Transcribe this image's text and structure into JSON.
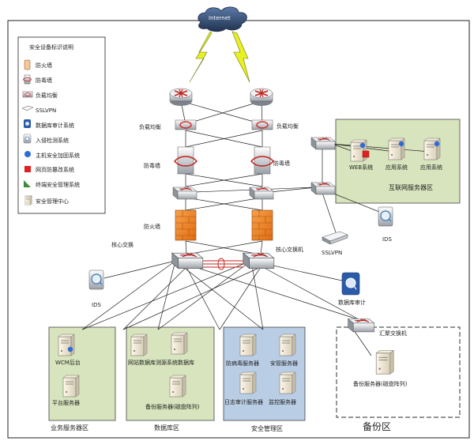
{
  "cloud": {
    "label": "Internet"
  },
  "legend": {
    "title": "安全设备标识说明",
    "items": [
      {
        "icon": "firewall-icon",
        "label": "防火墙"
      },
      {
        "icon": "antivirus-wall-icon",
        "label": "防毒墙"
      },
      {
        "icon": "load-balancer-icon",
        "label": "负载均衡"
      },
      {
        "icon": "sslvpn-icon",
        "label": "SSLVPN"
      },
      {
        "icon": "db-audit-icon",
        "label": "数据库审计系统"
      },
      {
        "icon": "ids-icon",
        "label": "入侵检测系统"
      },
      {
        "icon": "host-hardening-icon",
        "label": "主机安全加固系统"
      },
      {
        "icon": "web-tamper-icon",
        "label": "网页防篡改系统"
      },
      {
        "icon": "terminal-mgmt-icon",
        "label": "终端安全管理系统"
      },
      {
        "icon": "security-center-icon",
        "label": "安全管理中心"
      }
    ]
  },
  "labels": {
    "lb_left": "负载均衡",
    "lb_right": "负载均衡",
    "av_left": "防毒墙",
    "av_right": "防毒墙",
    "fw_left": "防火墙",
    "core_left": "核心交换",
    "core_right": "核心交换机",
    "sslvpn": "SSLVPN",
    "ids_right": "IDS",
    "ids_left": "IDS",
    "db_audit": "数据库审计",
    "agg_switch": "汇聚交换机"
  },
  "zones": {
    "internet_servers": {
      "title": "互联网服务器区",
      "servers": [
        "WEB系统",
        "应用系统",
        "应用系统"
      ]
    },
    "business": {
      "title": "业务服务器区",
      "servers": [
        "WCM后台",
        "平台服务器"
      ]
    },
    "database": {
      "title": "数据库区",
      "servers": [
        "网站数据库",
        "测源系统数据库",
        "备份服务器(磁盘阵列)"
      ]
    },
    "security": {
      "title": "安全管理区",
      "servers": [
        "防病毒服务器",
        "安管服务器",
        "日志审计服务器",
        "监控服务器"
      ]
    },
    "backup": {
      "title": "备份区",
      "servers": [
        "备份服务器(磁盘阵列)"
      ]
    }
  },
  "colors": {
    "zone_green": "#d7e4bd",
    "zone_blue": "#b9cde5",
    "zone_backup": "#ffffff",
    "firewall_orange": "#f28a30",
    "lightning": "#e8f021"
  }
}
